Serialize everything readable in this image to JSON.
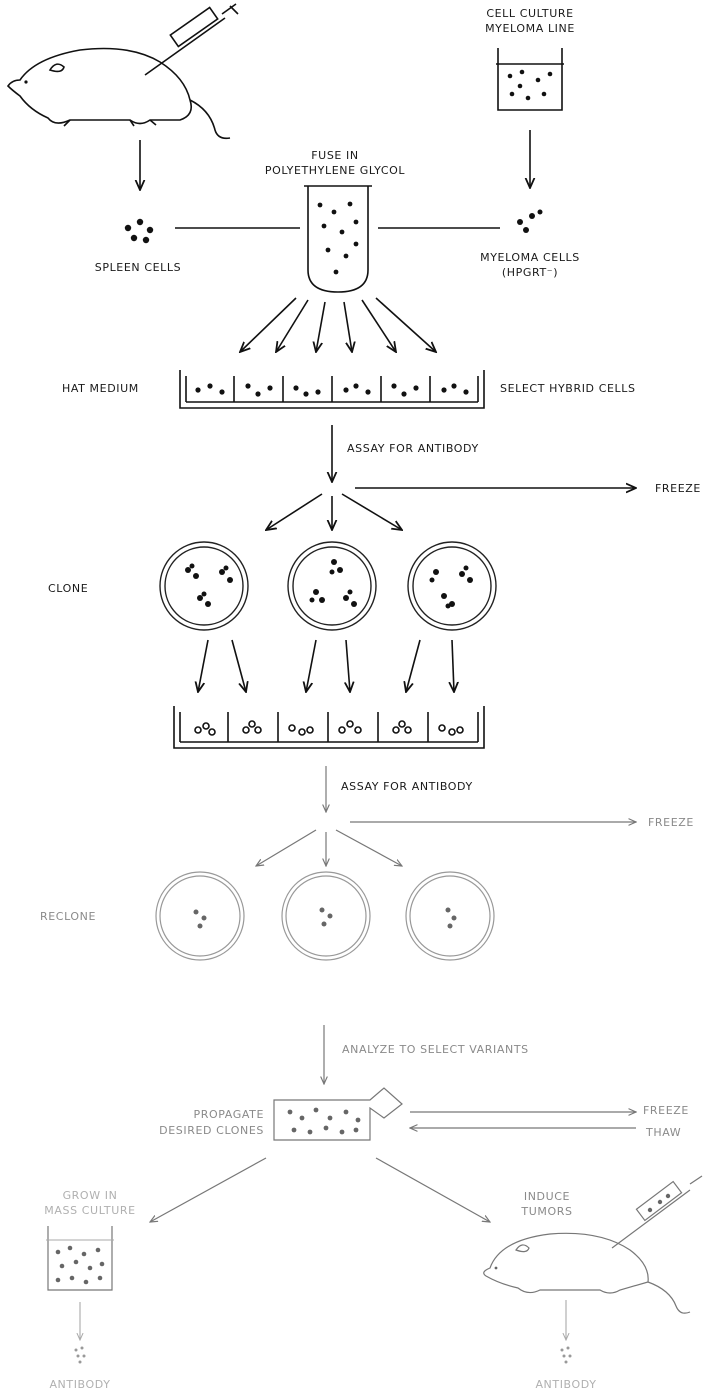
{
  "labels": {
    "cell_culture": "CELL CULTURE",
    "myeloma_line": "MYELOMA LINE",
    "fuse_in": "FUSE IN",
    "polyethylene_glycol": "POLYETHYLENE GLYCOL",
    "spleen_cells": "SPLEEN CELLS",
    "myeloma_cells": "MYELOMA CELLS",
    "hgprt": "(HPGRT⁻)",
    "hat_medium": "HAT MEDIUM",
    "select_hybrid_cells": "SELECT HYBRID CELLS",
    "assay_for_antibody_1": "ASSAY FOR ANTIBODY",
    "freeze_1": "FREEZE",
    "clone": "CLONE",
    "assay_for_antibody_2": "ASSAY FOR ANTIBODY",
    "freeze_2": "FREEZE",
    "reclone": "RECLONE",
    "analyze_to_select_variants": "ANALYZE TO SELECT VARIANTS",
    "propagate": "PROPAGATE",
    "desired_clones": "DESIRED CLONES",
    "freeze_3": "FREEZE",
    "thaw": "THAW",
    "grow_in": "GROW IN",
    "mass_culture": "MASS CULTURE",
    "induce": "INDUCE",
    "tumors": "TUMORS",
    "antibody_left": "ANTIBODY",
    "antibody_right": "ANTIBODY"
  },
  "colors": {
    "ink": "#111111",
    "faint_ink": "#8a8a8a",
    "fainter_ink": "#b0b0b0",
    "background": "#ffffff"
  }
}
